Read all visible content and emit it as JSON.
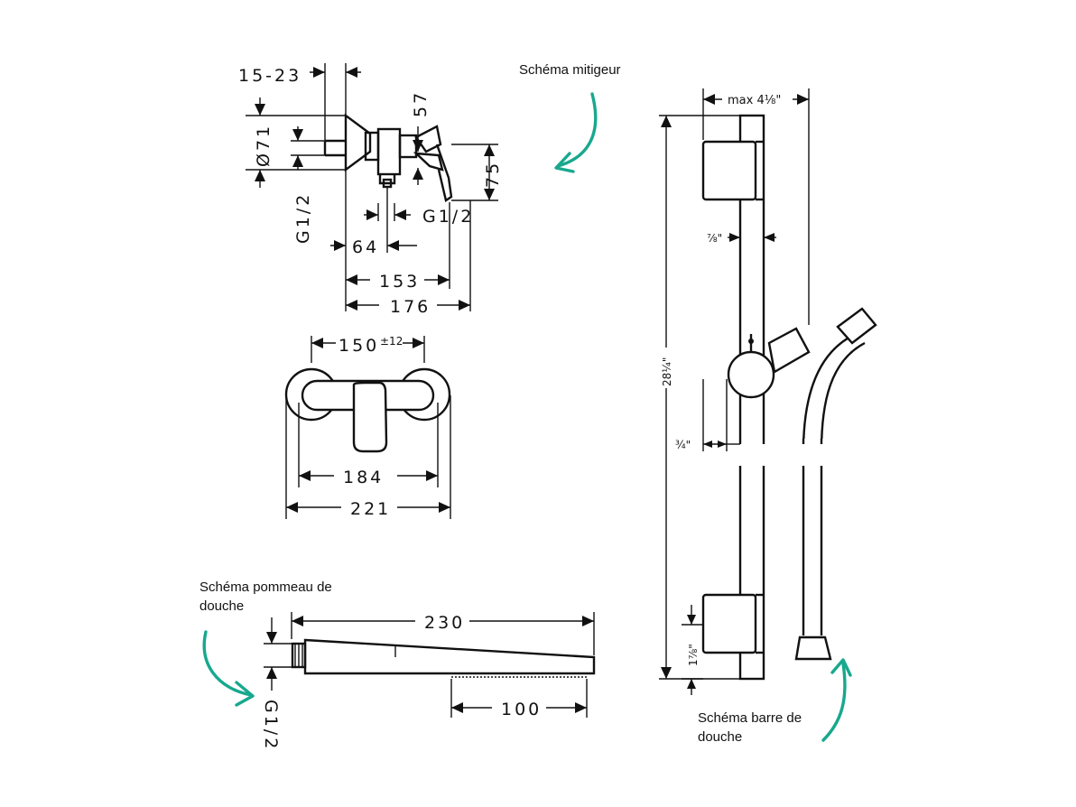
{
  "captions": {
    "mixer": "Schéma mitigeur",
    "handshower_line1": "Schéma pommeau de",
    "handshower_line2": "douche",
    "bar_line1": "Schéma barre de",
    "bar_line2": "douche"
  },
  "mixer_side": {
    "dim_15_23": "15-23",
    "dim_57": "57",
    "dim_071": "Ø71",
    "dim_75": "75",
    "dim_g12_left": "G1/2",
    "dim_g12_right": "G1/2",
    "dim_64": "64",
    "dim_153": "153",
    "dim_176": "176"
  },
  "mixer_front": {
    "dim_150": "150",
    "dim_150_tol": "±12",
    "dim_184": "184",
    "dim_221": "221"
  },
  "handshower": {
    "dim_230": "230",
    "dim_100": "100",
    "dim_g12": "G1/2"
  },
  "bar": {
    "dim_max": "max 4⅛\"",
    "dim_78": "⅞\"",
    "dim_total": "28¼\"",
    "dim_34": "¾\"",
    "dim_178": "1⅞\""
  },
  "colors": {
    "accent_arrow": "#18a88e",
    "line": "#111111"
  }
}
